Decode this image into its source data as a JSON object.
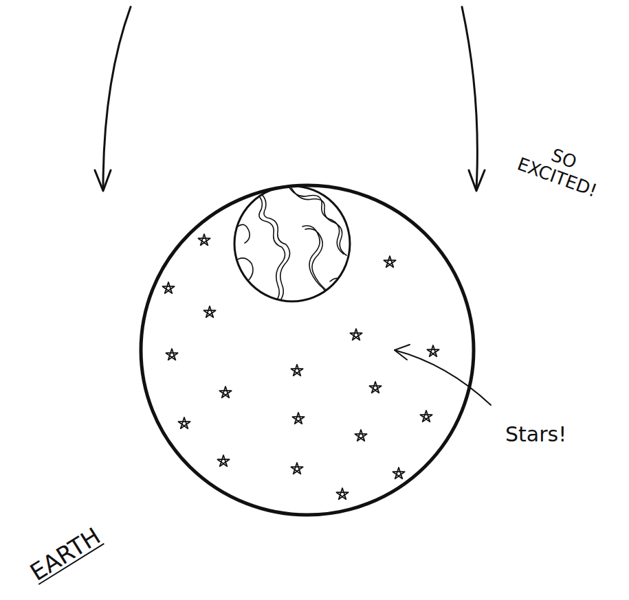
{
  "diagram": {
    "labels": [
      "SO EXCITED!",
      "Stars!",
      "EARTH"
    ]
  }
}
